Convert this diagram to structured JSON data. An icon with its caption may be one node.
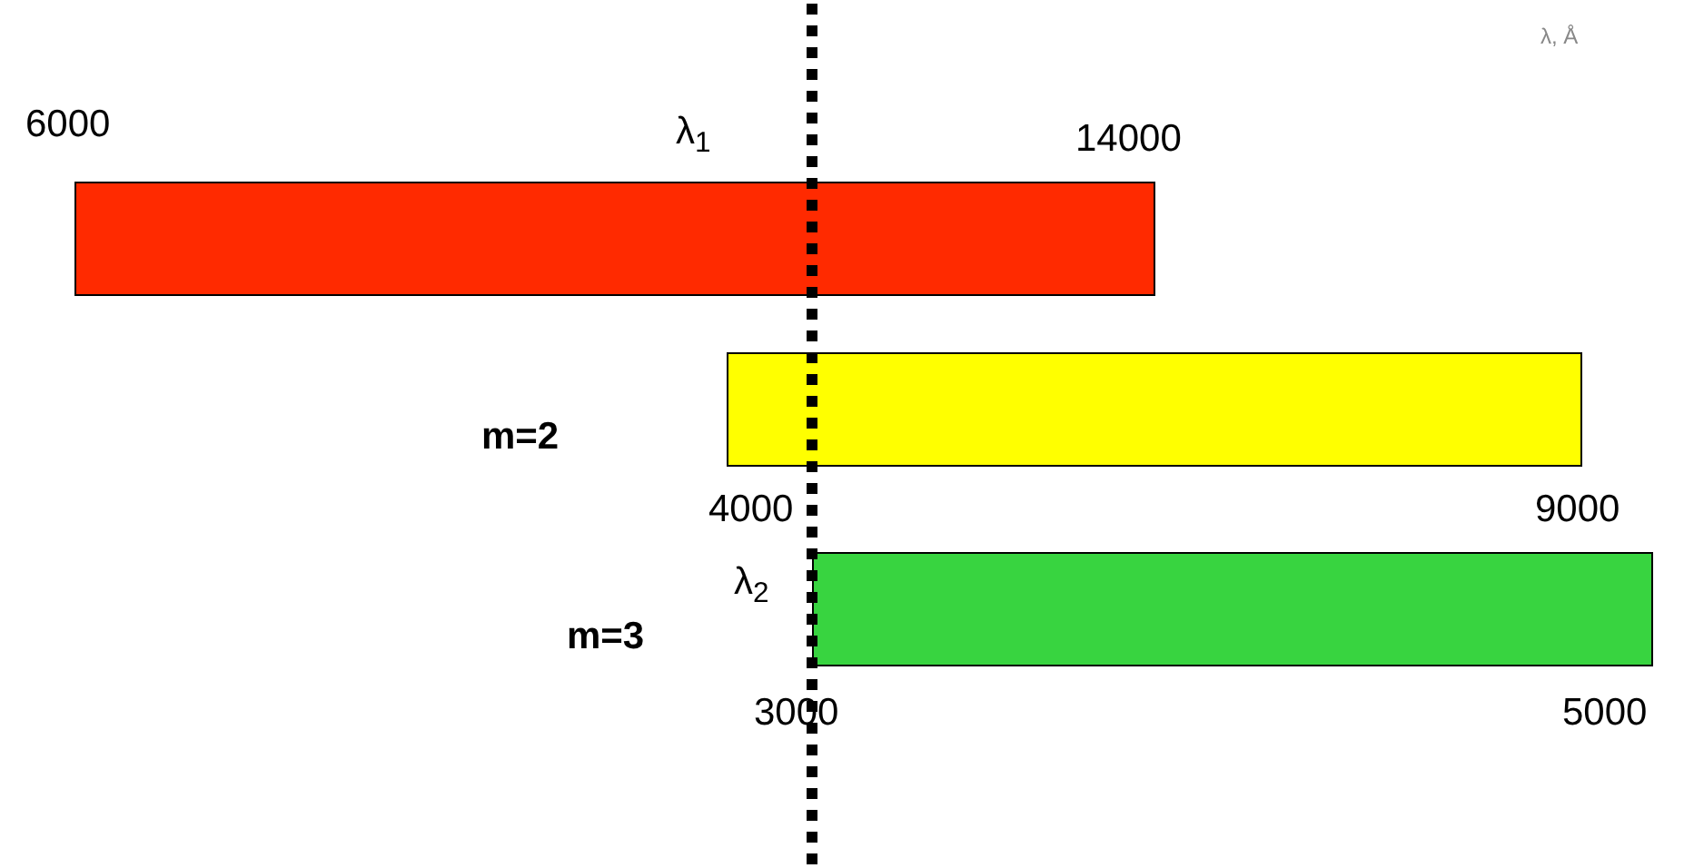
{
  "diagram": {
    "nodes": [
      {
        "text": [],
        "shape": "bar"
      },
      {
        "text": [],
        "shape": "bar"
      },
      {
        "text": [],
        "shape": "bar"
      }
    ],
    "labels": [
      "λ, Å",
      "6000",
      "λ$_{1}$",
      "14000",
      "m=2",
      "4000",
      "9000",
      "λ$_{2}$",
      "m=3",
      "3000",
      "5000"
    ]
  }
}
